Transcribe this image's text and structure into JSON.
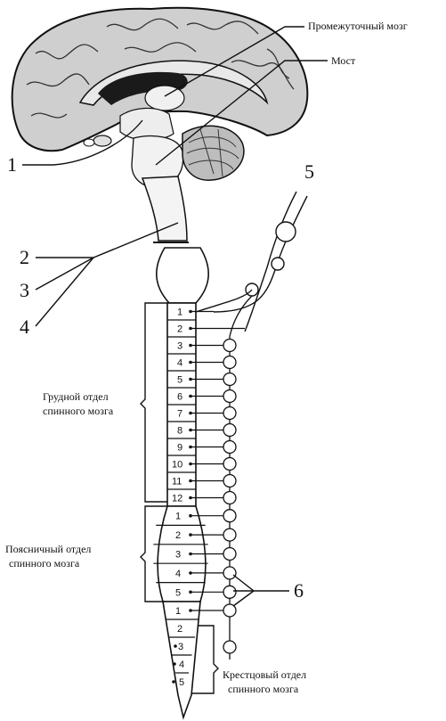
{
  "labels": {
    "diencephalon": "Промежуточный мозг",
    "pons": "Мост",
    "n1": "1",
    "n2": "2",
    "n3": "3",
    "n4": "4",
    "n5": "5",
    "n6": "6",
    "thoracic_1": "Грудной отдел",
    "thoracic_2": "спинного мозга",
    "lumbar_1": "Поясничный отдел",
    "lumbar_2": "спинного мозга",
    "sacral_1": "Крестцовый отдел",
    "sacral_2": "спинного мозга"
  },
  "segments": {
    "thoracic": [
      "1",
      "2",
      "3",
      "4",
      "5",
      "6",
      "7",
      "8",
      "9",
      "10",
      "11",
      "12"
    ],
    "lumbar": [
      "1",
      "2",
      "3",
      "4",
      "5"
    ],
    "sacral": [
      "1",
      "2",
      "3",
      "4",
      "5"
    ]
  },
  "colors": {
    "ink": "#111111",
    "brain_fill": "#bdbdbd",
    "brain_dark": "#1a1a1a"
  }
}
